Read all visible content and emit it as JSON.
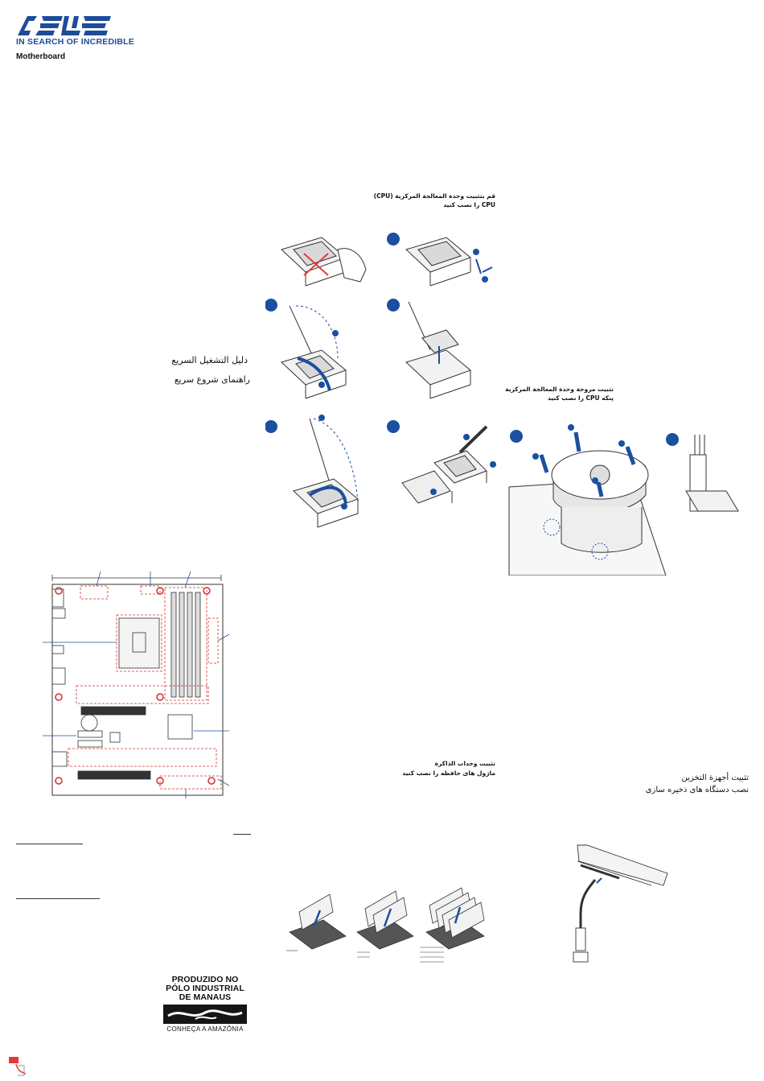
{
  "brand": {
    "logo_text": "ASUS",
    "tagline": "IN SEARCH OF INCREDIBLE",
    "product": "Motherboard",
    "logo_color": "#1e4c9a"
  },
  "quick_guide": {
    "title_ar": "دليل التشغيل السريع",
    "title_fa": "راهنمای شروع سریع"
  },
  "cpu_section": {
    "title_ar": "قم بتثبيت وحدة المعالجة المركزية (CPU)",
    "title_fa": "CPU را نصب کنید"
  },
  "cooler_section": {
    "title_ar": "تثبيت مروحة وحدة المعالجة المركزية",
    "title_fa": "پنکه CPU را نصب کنید"
  },
  "memory_section": {
    "title_ar": "تثبيت وحدات الذاكرة",
    "title_fa": "ماژول های حافظه را نصب کنید"
  },
  "storage_section": {
    "title_ar": "تثبيت أجهزة التخزين",
    "title_fa": "نصب دستگاه های ذخیره سازی"
  },
  "manaus_badge": {
    "line1": "PRODUZIDO NO",
    "line2": "PÓLO INDUSTRIAL",
    "line3": "DE MANAUS",
    "footer": "CONHEÇA A AMAZÔNIA"
  },
  "colors": {
    "accent_blue": "#1b4fa0",
    "callout_red": "#d32f2f",
    "line_gray": "#444444"
  },
  "icons": {
    "footer_icon": "pdf-icon",
    "logo_icon": "asus-logo-icon"
  }
}
